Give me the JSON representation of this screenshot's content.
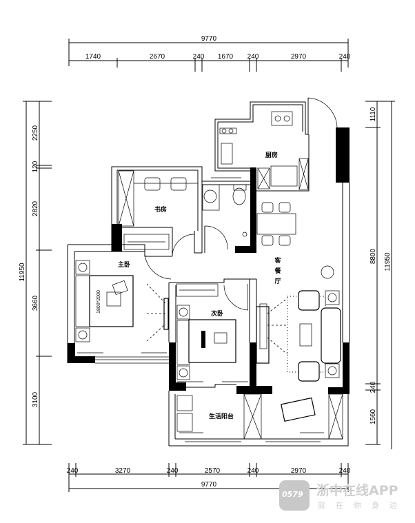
{
  "dimensions": {
    "top": {
      "total": "9770",
      "segments": [
        "1740",
        "2670",
        "240",
        "1670",
        "240",
        "2970",
        "240"
      ]
    },
    "bottom": {
      "total": "9770",
      "segments": [
        "240",
        "3270",
        "240",
        "2570",
        "240",
        "2970",
        "240"
      ]
    },
    "left": {
      "total": "11950",
      "segments": [
        "2250",
        "120",
        "2820",
        "3660",
        "3100"
      ]
    },
    "right": {
      "total": "11950",
      "segments": [
        "1110",
        "8800",
        "240",
        "1560"
      ]
    }
  },
  "rooms": {
    "kitchen": "厨房",
    "study": "书房",
    "master_bedroom": "主卧",
    "bed_size": "1800*2000",
    "second_bedroom": "次卧",
    "living_dining": [
      "客",
      "餐",
      "厅"
    ],
    "balcony": "生活阳台"
  },
  "watermark": {
    "logo": "0579",
    "title": "浙中在线APP",
    "subtitle": "就在你身边"
  }
}
